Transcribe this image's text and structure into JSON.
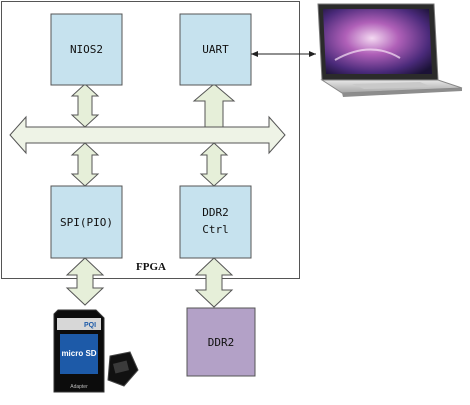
{
  "diagram": {
    "fpga_label": "FPGA",
    "blocks": {
      "nios2": "NIOS2",
      "uart": "UART",
      "spi": "SPI(PIO)",
      "ddr2_ctrl": [
        "DDR2",
        "Ctrl"
      ],
      "ddr2": "DDR2"
    },
    "sd_card": {
      "brand": "PQI",
      "text": "micro SD",
      "adapter": "Adapter"
    },
    "colors": {
      "block_fill": "#c6e2ee",
      "ddr2_fill": "#b3a1c7",
      "arrow_fill": "#e6efd9",
      "bus_fill": "#eef3e6"
    },
    "icons": [
      "laptop-icon",
      "sd-card-icon"
    ]
  }
}
